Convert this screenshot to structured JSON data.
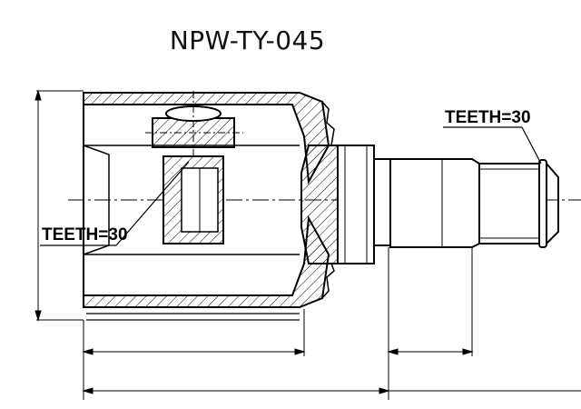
{
  "title": "NPW-TY-045",
  "labels": {
    "outer_teeth": "TEETH=30",
    "inner_teeth": "TEETH=30"
  },
  "colors": {
    "line": "#000000",
    "background": "#ffffff"
  }
}
